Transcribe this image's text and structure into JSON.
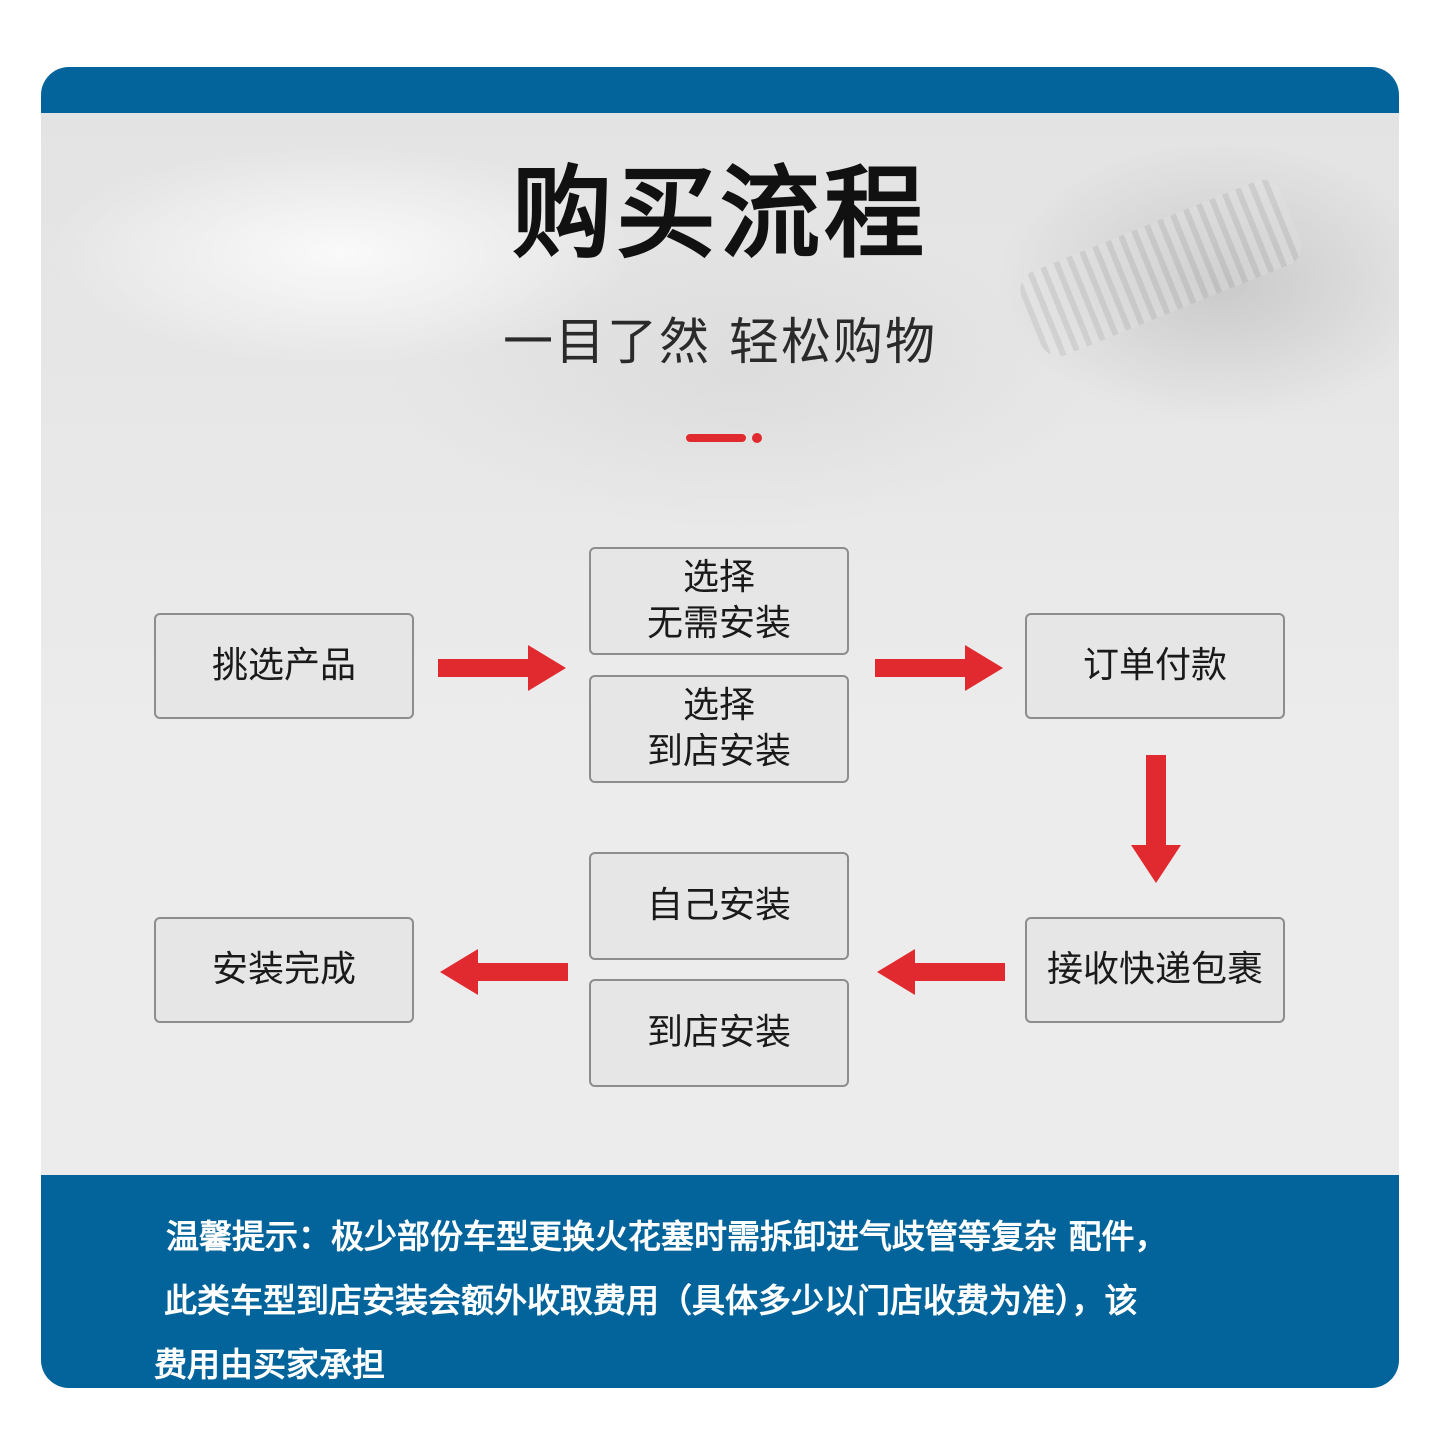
{
  "header": {
    "title": "购买流程",
    "subtitle": "一目了然 轻松购物"
  },
  "flow": {
    "pick": "挑选产品",
    "no_install": "选择\n无需安装",
    "store_install_choice": "选择\n到店安装",
    "pay": "订单付款",
    "receive": "接收快递包裹",
    "self_install": "自己安装",
    "store_install": "到店安装",
    "done": "安装完成"
  },
  "notice": {
    "line1": "温馨提示：极少部份车型更换火花塞时需拆卸进气歧管等复杂 配件，",
    "line2": "此类车型到店安装会额外收取费用（具体多少以门店收费为准），该",
    "line3": "费用由买家承担"
  },
  "colors": {
    "brand_blue": "#02649b",
    "arrow_red": "#e12a2f",
    "box_fill": "#e6e6e6",
    "box_border": "#8d8d8d"
  },
  "icons": {
    "arrow": "right-arrow-icon",
    "arrow_down": "down-arrow-icon",
    "arrow_left": "left-arrow-icon"
  }
}
